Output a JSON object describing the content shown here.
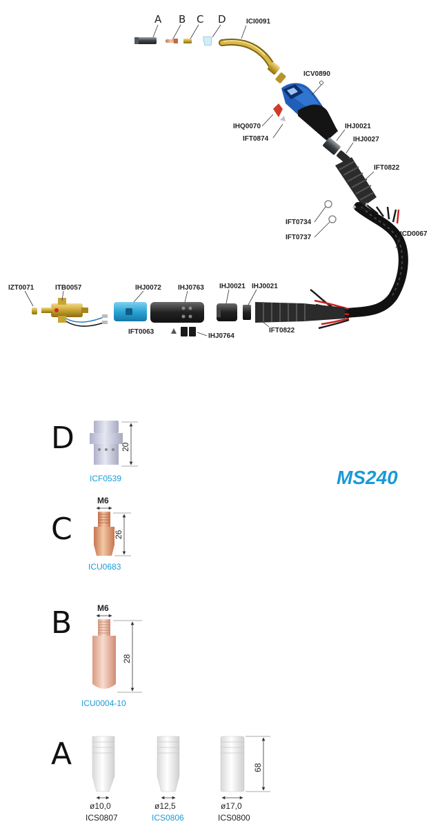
{
  "exploded_view": {
    "part_letters": [
      "A",
      "B",
      "C",
      "D"
    ],
    "labels": {
      "ici0091": "ICI0091",
      "icv0890": "ICV0890",
      "ihq0070": "IHQ0070",
      "ift0874": "IFT0874",
      "ihj0021_upper": "IHJ0021",
      "ihj0027": "IHJ0027",
      "ift0822_upper": "IFT0822",
      "ift0734": "IFT0734",
      "ift0737": "IFT0737",
      "icd0067": "ICD0067",
      "izt0071": "IZT0071",
      "itb0057": "ITB0057",
      "ihj0072": "IHJ0072",
      "ihj0763": "IHJ0763",
      "ihj0021_a": "IHJ0021",
      "ihj0021_b": "IHJ0021",
      "ift0063": "IFT0063",
      "ihj0764": "IHJ0764",
      "ift0822_lower": "IFT0822"
    }
  },
  "model_title": "MS240",
  "details": {
    "D": {
      "letter": "D",
      "dim": "20",
      "code": "ICF0539",
      "code_color": "#1a9ad6"
    },
    "C": {
      "letter": "C",
      "thread": "M6",
      "dim": "26",
      "code": "ICU0683",
      "code_color": "#1a9ad6"
    },
    "B": {
      "letter": "B",
      "thread": "M6",
      "dim": "28",
      "code": "ICU0004-10",
      "code_color": "#1a9ad6"
    },
    "A": {
      "letter": "A",
      "dim": "68",
      "nozzles": [
        {
          "diameter": "ø10,0",
          "code": "ICS0807",
          "code_color": "#222222"
        },
        {
          "diameter": "ø12,5",
          "code": "ICS0806",
          "code_color": "#1a9ad6"
        },
        {
          "diameter": "ø17,0",
          "code": "ICS0800",
          "code_color": "#222222"
        }
      ]
    }
  },
  "colors": {
    "accent_blue": "#1a9ad6",
    "handle_blue": "#1f5fb8",
    "copper": "#d88a55",
    "brass": "#c8a530",
    "cable_black": "#1a1a1a",
    "nozzle_white": "#ececec"
  }
}
